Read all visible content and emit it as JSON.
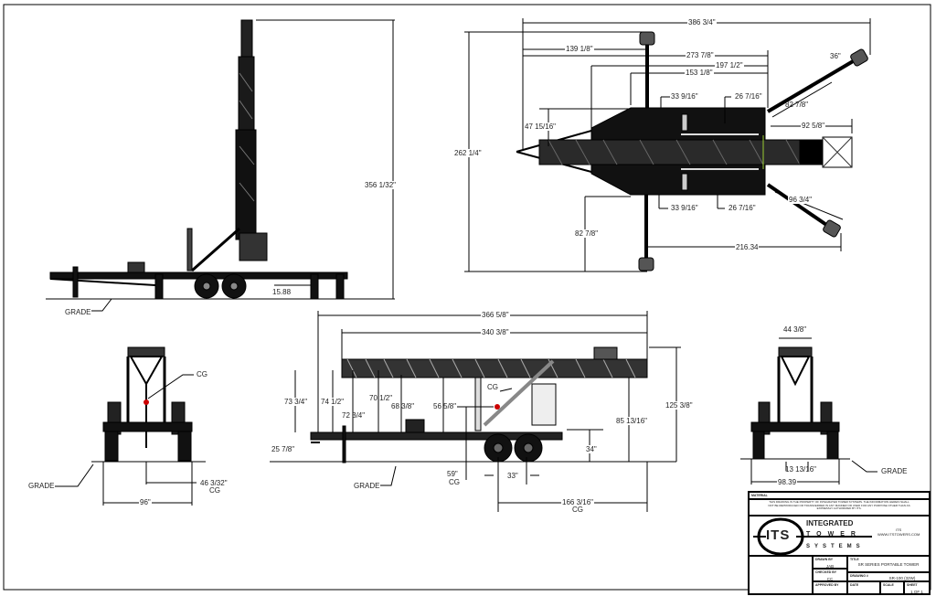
{
  "side_view_top": {
    "tower_height": "356 1/32\"",
    "offset": "15.88",
    "grade": "GRADE"
  },
  "plan_view": {
    "overall_length": "386 3/4\"",
    "overall_width": "262 1/4\"",
    "d_139": "139 1/8\"",
    "d_273": "273 7/8\"",
    "d_197": "197 1/2\"",
    "d_153": "153 1/8\"",
    "d_33a": "33 9/16\"",
    "d_26a": "26 7/16\"",
    "d_47": "47 15/16\"",
    "d_82a": "82 7/8\"",
    "d_36": "36\"",
    "d_92": "92 5/8\"",
    "d_96": "96 3/4\"",
    "d_33b": "33 9/16\"",
    "d_26b": "26 7/16\"",
    "d_82b": "82 7/8\"",
    "d_216": "216.34"
  },
  "front_view": {
    "cg": "CG",
    "grade": "GRADE",
    "cg_offset": "46 3/32\"",
    "cg_sub": "CG",
    "width": "96\""
  },
  "side_view_bottom": {
    "overall": "366 5/8\"",
    "boom": "340 3/8\"",
    "h73": "73 3/4\"",
    "h74": "74 1/2\"",
    "h72": "72 3/4\"",
    "h70": "70 1/2\"",
    "h68": "68 3/8\"",
    "h56": "56 5/8\"",
    "cg": "CG",
    "h85": "85 13/16\"",
    "h125": "125 3/8\"",
    "h34": "34\"",
    "h25": "25 7/8\"",
    "cg_height": "59\"",
    "cg_height_sub": "CG",
    "axle": "33\"",
    "grade": "GRADE",
    "cg_dist": "166 3/16\"",
    "cg_dist_sub": "CG"
  },
  "rear_view": {
    "width_top": "44 3/8\"",
    "grade": "GRADE",
    "offset": "13 13/16\"",
    "width": "98.39"
  },
  "title_block": {
    "material_label": "MATERIAL",
    "notice": "THIS DRAWING IS THE PROPERTY OF INTEGRATED TOWER SYSTEMS. THE INFORMATION HEREIN SHALL NOT BE REPRODUCED OR TRANSFERRED IN ANY MANNER OR USED FOR ANY PURPOSE OTHER THAN AS EXPRESSLY AUTHORIZED BY ITS.",
    "logo_letters": "ITS",
    "logo_line1": "INTEGRATED",
    "logo_line2": "TOWER",
    "logo_line3": "SYSTEMS",
    "company": "ITS",
    "website": "WWW.ITSTOWERS.COM",
    "drawn_by_label": "DRAWN BY",
    "drawn_by": "JAB",
    "checked_by_label": "CHECKED BY",
    "checked_by": "CC",
    "approved_by_label": "APPROVED BY",
    "title_label": "TITLE",
    "title": "SR SERIES PORTABLE TOWER",
    "drawing_label": "DRAWING #",
    "drawing": "SR-100 (32W)",
    "date_label": "DATE",
    "scale_label": "SCALE",
    "sheet_label": "SHEET",
    "sheet": "1 OF 1"
  }
}
